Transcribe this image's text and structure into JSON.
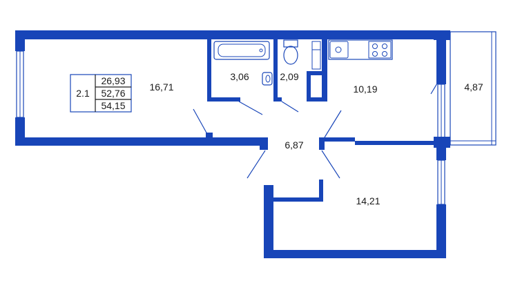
{
  "plan": {
    "apartment_type": "2.1",
    "areas": [
      "26,93",
      "52,76",
      "54,15"
    ]
  },
  "rooms": {
    "living_room": "16,71",
    "bathroom": "3,06",
    "toilet": "2,09",
    "kitchen": "10,19",
    "balcony": "4,87",
    "hallway": "6,87",
    "bedroom": "14,21"
  },
  "colors": {
    "wall": "#1845b8",
    "text": "#1a1a1a",
    "background": "#ffffff"
  }
}
